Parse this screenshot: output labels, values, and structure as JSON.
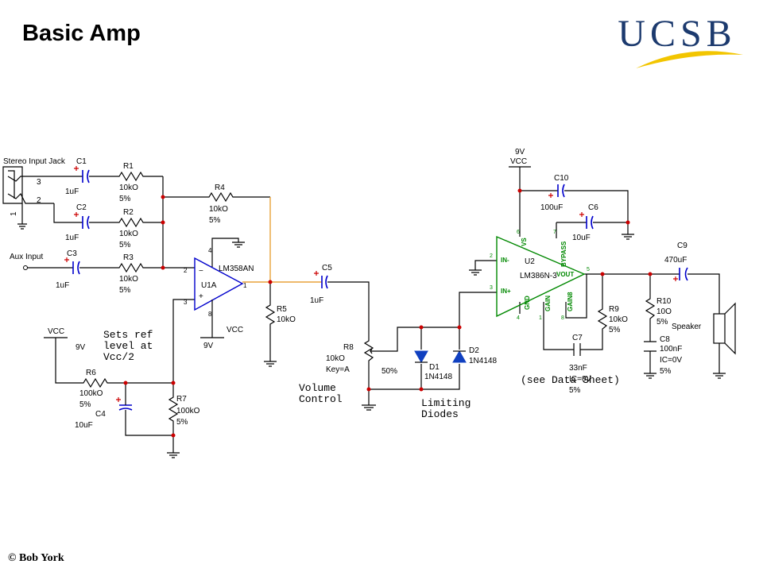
{
  "slide": {
    "title": "Basic Amp",
    "copyright": "© Bob York"
  },
  "logo": {
    "text": "UCSB",
    "text_color": "#1c3a6e",
    "swoosh_color": "#f2c500"
  },
  "colors": {
    "wire": "#000000",
    "capacitor": "#0000cc",
    "polarity": "#cc0000",
    "junction": "#cc0000",
    "opamp_wire": "#e8a23a",
    "lm386": "#008800"
  },
  "labels": {
    "stereo_jack": "Stereo Input Jack",
    "jack_pin3": "3",
    "jack_pin2": "2",
    "jack_pin1": "1",
    "aux_input": "Aux Input",
    "c1": "C1",
    "c1v": "1uF",
    "c2": "C2",
    "c2v": "1uF",
    "c3": "C3",
    "c3v": "1uF",
    "r1": "R1",
    "r1v": "10kO",
    "r1t": "5%",
    "r2": "R2",
    "r2v": "10kO",
    "r2t": "5%",
    "r3": "R3",
    "r3v": "10kO",
    "r3t": "5%",
    "r4": "R4",
    "r4v": "10kO",
    "r4t": "5%",
    "u1_part": "LM358AN",
    "u1_name": "U1A",
    "u1_pin4": "4",
    "u1_pin2": "2",
    "u1_pin3": "3",
    "u1_pin1": "1",
    "u1_pin8": "8",
    "u1_vcc": "VCC",
    "u1_9v": "9V",
    "r5": "R5",
    "r5v": "10kO",
    "c5": "C5",
    "c5v": "1uF",
    "vcc_left": "VCC",
    "vcc_left_v": "9V",
    "note_ref": "Sets ref\nlevel at\nVcc/2",
    "r6": "R6",
    "r6v": "100kO",
    "r6t": "5%",
    "c4": "C4",
    "c4v": "10uF",
    "r7": "R7",
    "r7v": "100kO",
    "r7t": "5%",
    "r8": "R8",
    "r8v": "10kO",
    "r8k": "Key=A",
    "r8p": "50%",
    "volume_control": "Volume\nControl",
    "d1": "D1",
    "d1v": "1N4148",
    "d2": "D2",
    "d2v": "1N4148",
    "limiting_diodes": "Limiting\nDiodes",
    "vcc_top_v": "9V",
    "vcc_top": "VCC",
    "c10": "C10",
    "c10v": "100uF",
    "c6": "C6",
    "c6v": "10uF",
    "u2_name": "U2",
    "u2_part": "LM386N-3",
    "u2_inm": "IN-",
    "u2_inp": "IN+",
    "u2_vs": "VS",
    "u2_bypass": "BYPASS",
    "u2_vout": "VOUT",
    "u2_gnd": "GND",
    "u2_gain": "GAIN",
    "u2_gain8": "GAIN8",
    "u2_pin6": "6",
    "u2_pin7": "7",
    "u2_pin2": "2",
    "u2_pin3": "3",
    "u2_pin5": "5",
    "u2_pin4": "4",
    "u2_pin1": "1",
    "u2_pin8": "8",
    "c7": "C7",
    "c7v": "33nF",
    "c7ic": "IC=0V",
    "c7t": "5%",
    "datasheet": "(see Data Sheet)",
    "r9": "R9",
    "r9v": "10kO",
    "r9t": "5%",
    "c9": "C9",
    "c9v": "470uF",
    "r10": "R10",
    "r10v": "10O",
    "r10t": "5%",
    "c8": "C8",
    "c8v": "100nF",
    "c8ic": "IC=0V",
    "c8t": "5%",
    "speaker": "Speaker"
  }
}
